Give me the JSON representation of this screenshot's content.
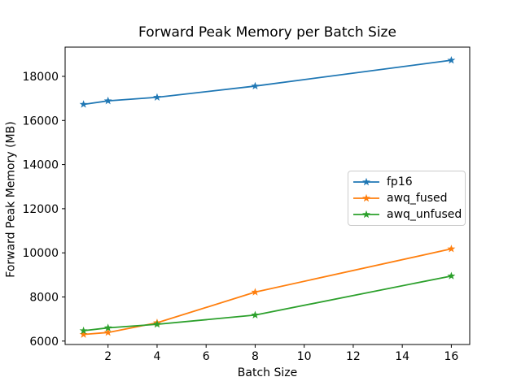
{
  "figure": {
    "background": "#ffffff",
    "text_color": "#000000",
    "spine_color": "#000000"
  },
  "chart_data": {
    "type": "line",
    "title": "Forward Peak Memory per Batch Size",
    "xlabel": "Batch Size",
    "ylabel": "Forward Peak Memory (MB)",
    "x": [
      1,
      2,
      4,
      8,
      16
    ],
    "series": [
      {
        "name": "fp16",
        "color": "#1f77b4",
        "marker": "star",
        "values": [
          16730,
          16890,
          17050,
          17560,
          18730
        ]
      },
      {
        "name": "awq_fused",
        "color": "#ff7f0e",
        "marker": "star",
        "values": [
          6300,
          6390,
          6830,
          8220,
          10180
        ]
      },
      {
        "name": "awq_unfused",
        "color": "#2ca02c",
        "marker": "star",
        "values": [
          6470,
          6600,
          6760,
          7180,
          8950
        ]
      }
    ],
    "xticks": [
      2,
      4,
      6,
      8,
      10,
      12,
      14,
      16
    ],
    "yticks": [
      6000,
      8000,
      10000,
      12000,
      14000,
      16000,
      18000
    ],
    "xlim": [
      0.25,
      16.75
    ],
    "ylim": [
      5845,
      19325
    ],
    "grid": false,
    "legend_position": "center-right"
  }
}
